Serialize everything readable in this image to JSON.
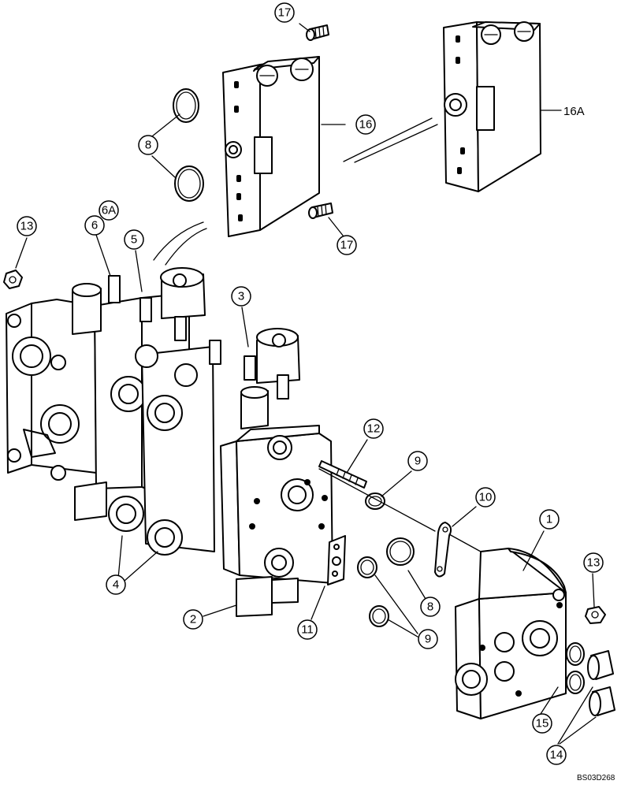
{
  "callouts": {
    "c17a": "17",
    "c17b": "17",
    "c16": "16",
    "c16a": "16A",
    "c8a": "8",
    "c13a": "13",
    "c6": "6",
    "c6a": "6A",
    "c5": "5",
    "c3": "3",
    "c12": "12",
    "c9a": "9",
    "c10": "10",
    "c1": "1",
    "c13b": "13",
    "c4": "4",
    "c2": "2",
    "c11": "11",
    "c8b": "8",
    "c9b": "9",
    "c15": "15",
    "c14": "14"
  },
  "drawing_code": "BS03D268"
}
